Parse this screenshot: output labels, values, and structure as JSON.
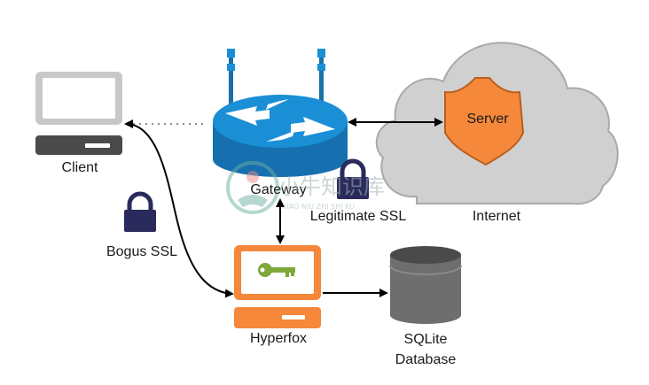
{
  "nodes": {
    "client": {
      "label": "Client"
    },
    "gateway": {
      "label": "Gateway"
    },
    "server": {
      "label": "Server"
    },
    "internet": {
      "label": "Internet"
    },
    "hyperfox": {
      "label": "Hyperfox"
    },
    "database": {
      "label_line1": "SQLite",
      "label_line2": "Database"
    }
  },
  "annotations": {
    "bogus_ssl": "Bogus SSL",
    "legitimate_ssl": "Legitimate SSL"
  },
  "watermark": {
    "text": "小牛知识库",
    "subtext": "XIAO NIU ZHI SHI KU"
  },
  "colors": {
    "orange": "#f5883a",
    "router_blue": "#1b8fd6",
    "lock_navy": "#2a2a5c",
    "cloud_gray": "#cfcfcf",
    "monitor_gray": "#c8c8c8",
    "db_gray": "#707070"
  }
}
